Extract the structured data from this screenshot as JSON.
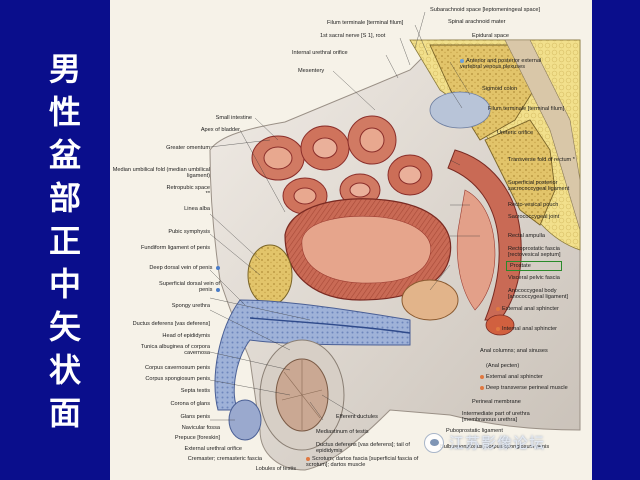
{
  "slide": {
    "title_chars": [
      "男",
      "性",
      "盆",
      "部",
      "正",
      "中",
      "矢",
      "状",
      "面"
    ],
    "watermark": "江苏影像论坛",
    "highlight_color": "#2a8a2a",
    "background": "#0a0e8c"
  },
  "labels": {
    "top": [
      "Subarachnoid space [leptomeningeal space]",
      "Filum terminale [terminal filum]",
      "Spinal arachnoid mater",
      "1st sacral nerve [S 1], root",
      "Epidural space",
      "Internal urethral orifice",
      "Mesentery"
    ],
    "right": [
      "Anterior and posterior external vertebral venous plexuses",
      "Sigmoid colon",
      "Filum terminale [terminal filum]",
      "Ureteric orifice",
      "Transverse fold of rectum *",
      "Superficial posterior sacrococcygeal ligament",
      "Recto-vesical pouch",
      "Sacrococcygeal joint",
      "Rectal ampulla",
      "Rectoprostatic fascia [rectovesical septum]",
      "Prostate",
      "Visceral pelvic fascia",
      "Anococcygeal body [anococcygeal ligament]",
      "External anal sphincter",
      "Internal anal sphincter",
      "Anal columns; anal sinuses",
      "(Anal pecten)",
      "External anal sphincter",
      "Deep transverse perineal muscle",
      "Perineal membrane",
      "Intermediate part of urethra [membranous urethra]",
      "Puboprostatic ligament",
      "Bulbospongiosus; corpus spongiosum penis"
    ],
    "left": [
      "Small intestine",
      "Apex of bladder",
      "Greater omentum",
      "Median umbilical fold (median umbilical ligament)",
      "Retropubic space **",
      "Linea alba",
      "Pubic symphysis",
      "Fundiform ligament of penis",
      "Deep dorsal vein of penis",
      "Superficial dorsal vein of penis",
      "Spongy urethra",
      "Ductus deferens [vas deferens]",
      "Head of epididymis",
      "Tunica albuginea of corpora cavernosa",
      "Corpus cavernosum penis",
      "Corpus spongiosum penis",
      "Septa testis",
      "Corona of glans",
      "Glans penis",
      "Navicular fossa",
      "Prepuce [foreskin]",
      "External urethral orifice",
      "Cremaster; cremasteric fascia",
      "Lobules of testis"
    ],
    "bottom": [
      "Efferent ductules",
      "Mediastinum of testis",
      "Ductus deferens [vas deferens]; tail of epididymis",
      "Scrotum; dartos fascia [superficial fascia of scrotum]; dartos muscle"
    ]
  }
}
